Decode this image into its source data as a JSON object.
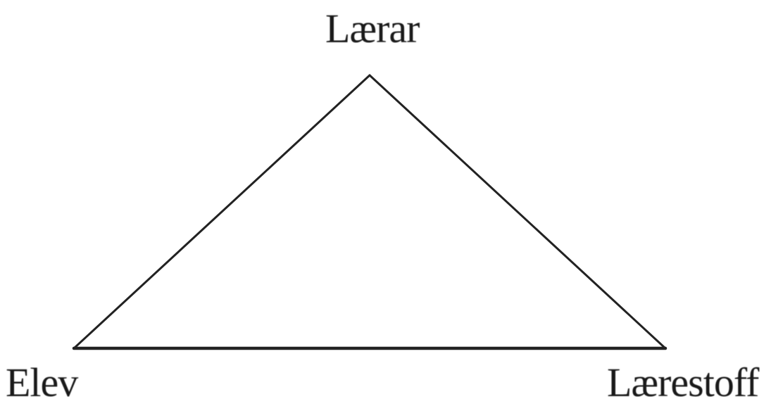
{
  "diagram": {
    "nodes": {
      "top": {
        "label": "Lærar"
      },
      "left": {
        "label": "Elev"
      },
      "right": {
        "label": "Lærestoff"
      }
    },
    "edges": [
      {
        "from": "left",
        "to": "top"
      },
      {
        "from": "top",
        "to": "right"
      },
      {
        "from": "left",
        "to": "right"
      }
    ]
  }
}
